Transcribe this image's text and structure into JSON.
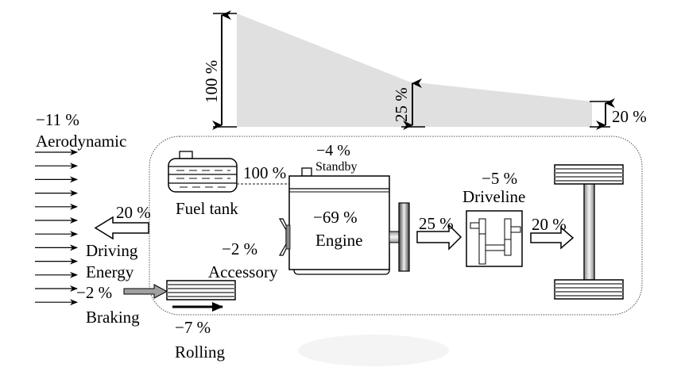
{
  "diagram": {
    "title": "Vehicle energy flow diagram",
    "energy_profile": {
      "levels_percent": [
        100,
        25,
        20
      ],
      "labels": [
        "100 %",
        "25 %",
        "20 %"
      ],
      "fill_color": "#e0e0e0"
    },
    "aerodynamic": {
      "value": "−11 %",
      "name": "Aerodynamic"
    },
    "driving_energy": {
      "value": "20 %",
      "name_line1": "Driving",
      "name_line2": "Energy"
    },
    "braking": {
      "value": "−2 %",
      "name": "Braking"
    },
    "rolling": {
      "value": "−7 %",
      "name": "Rolling"
    },
    "fuel_tank": {
      "name": "Fuel tank",
      "output": "100 %"
    },
    "standby": {
      "value": "−4 %",
      "name": "Standby"
    },
    "engine": {
      "value": "−69 %",
      "name": "Engine"
    },
    "accessory": {
      "value": "−2 %",
      "name": "Accessory"
    },
    "engine_output": {
      "value": "25 %"
    },
    "driveline": {
      "value": "−5 %",
      "name": "Driveline"
    },
    "driveline_output": {
      "value": "20 %"
    },
    "colors": {
      "boundary": "#555555",
      "brake_arrow": "#a0a0a0",
      "flywheel_dark": "#555555",
      "flywheel_light": "#eeeeee"
    }
  }
}
